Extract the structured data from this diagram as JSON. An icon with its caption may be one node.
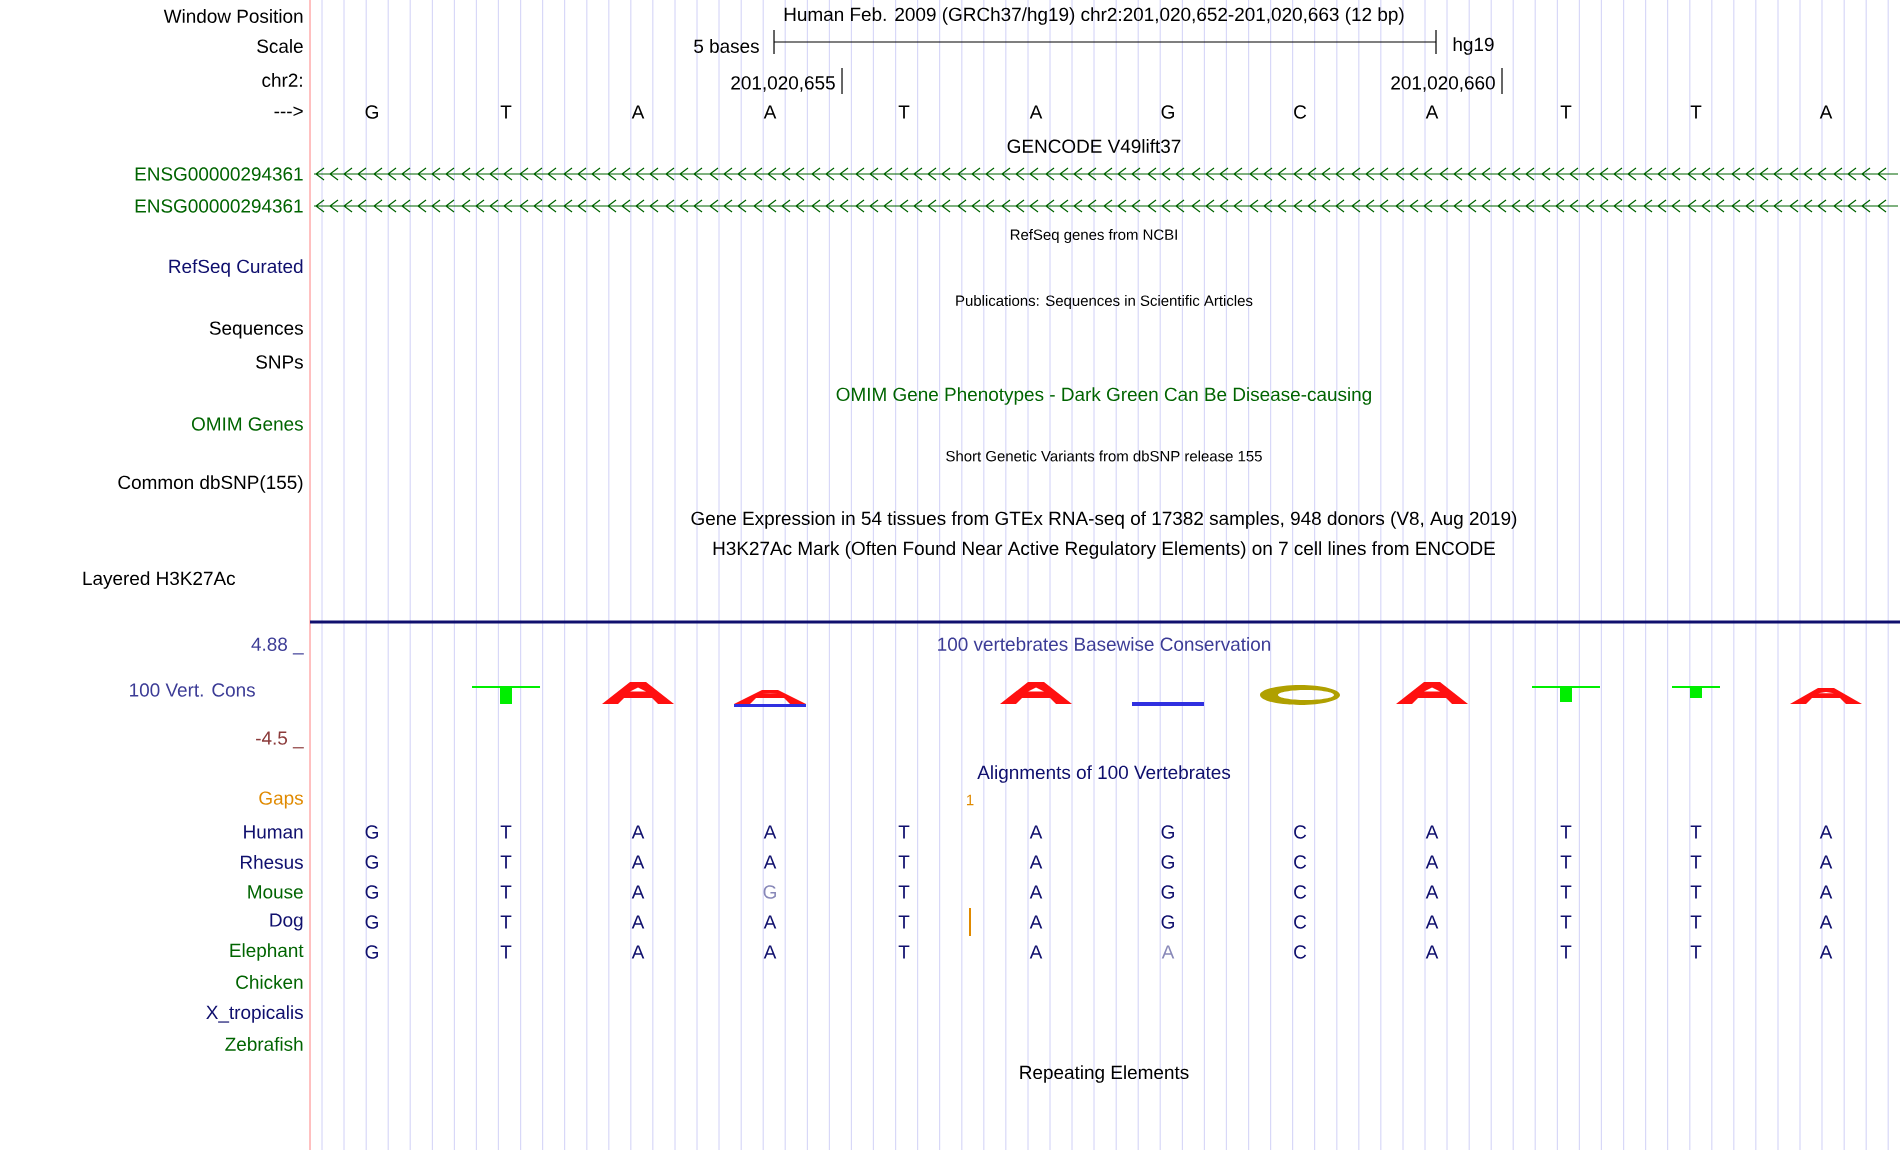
{
  "diagram": {
    "labels": [
      "Window Position",
      "Human Feb. 2009 (GRCh37/hg19) chr2:201,020,652-201,020,663 (12 bp)",
      "Scale",
      "5 bases",
      "hg19",
      "chr2:",
      "201,020,655",
      "201,020,660",
      "--->",
      "G",
      "T",
      "A",
      "A",
      "T",
      "A",
      "G",
      "C",
      "A",
      "T",
      "T",
      "A",
      "GENCODE V49lift37",
      "ENSG00000294361",
      "ENSG00000294361",
      "RefSeq genes from NCBI",
      "RefSeq Curated",
      "Publications: Sequences in Scientific Articles",
      "Sequences",
      "SNPs",
      "OMIM Gene Phenotypes - Dark Green Can Be Disease-causing",
      "OMIM Genes",
      "Short Genetic Variants from dbSNP release 155",
      "Common dbSNP(155)",
      "Gene Expression in 54 tissues from GTEx RNA-seq of 17382 samples, 948 donors (V8, Aug 2019)",
      "H3K27Ac Mark (Often Found Near Active Regulatory Elements) on 7 cell lines from ENCODE",
      "Layered H3K27Ac",
      "4.88 _",
      "100 vertebrates Basewise Conservation",
      "100 Vert. Cons",
      "-4.5 _",
      "Alignments of 100 Vertebrates",
      "Gaps",
      "1",
      "Human",
      "G",
      "T",
      "A",
      "A",
      "T",
      "A",
      "G",
      "C",
      "A",
      "T",
      "T",
      "A",
      "Rhesus",
      "G",
      "T",
      "A",
      "A",
      "T",
      "A",
      "G",
      "C",
      "A",
      "T",
      "T",
      "A",
      "Mouse",
      "G",
      "T",
      "A",
      "G",
      "T",
      "A",
      "G",
      "C",
      "A",
      "T",
      "T",
      "A",
      "Dog",
      "G",
      "T",
      "A",
      "A",
      "T",
      "A",
      "G",
      "C",
      "A",
      "T",
      "T",
      "A",
      "Elephant",
      "G",
      "T",
      "A",
      "A",
      "T",
      "A",
      "A",
      "C",
      "A",
      "T",
      "T",
      "A",
      "Chicken",
      "X_tropicalis",
      "Zebrafish",
      "Repeating Elements"
    ]
  }
}
